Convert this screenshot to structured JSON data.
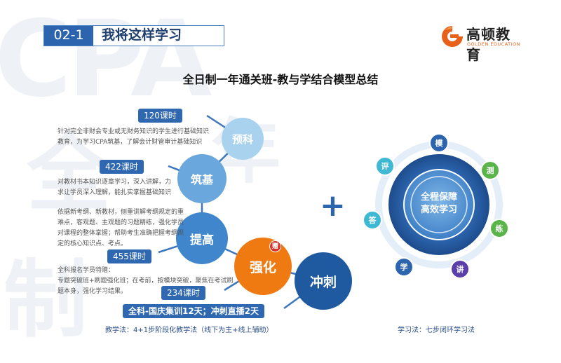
{
  "watermark": {
    "cpa": "CPA",
    "ch1": "全",
    "ch2": "制",
    "ch3": "年"
  },
  "header": {
    "section_number": "02-1",
    "section_title": "我将这样学习"
  },
  "logo": {
    "name_cn": "高顿教育",
    "name_en": "GOLDEN EDUCATION",
    "color": "#e8611a"
  },
  "title": "全日制一年通关班-教与学结合模型总结",
  "stages": [
    {
      "name": "预科",
      "hours": "120课时",
      "desc": [
        "针对完全非财会专业或无财务知识的学生进行基础知识",
        "教育，为学习CPA筑基，了解会计财管审计基础知识"
      ]
    },
    {
      "name": "筑基",
      "hours": "422课时",
      "desc": [
        "对教材书本知识逐章学习，深入讲解，力",
        "求让学员深入理解，能扎实掌握基础知识"
      ]
    },
    {
      "name": "提高",
      "hours": "455课时",
      "desc": [
        "依据新考纲、新教材，侧重讲解考纲规定的重",
        "难点，客观题、主观题的习题精练，强化学员",
        "对课程的整体掌握；帮助考生准确把握考纲规",
        "定的核心知识点、考点。"
      ]
    },
    {
      "name": "强化",
      "hours": "234课时",
      "gift": "赠",
      "desc": [
        "全科报名学员特赠：",
        "专题突破班+刷题强化班；在考前，按模块突破，聚焦在考试刷",
        "题本身，强化学习结果。"
      ]
    },
    {
      "name": "冲刺",
      "extra": "全科-国庆集训12天；冲刺直播2天"
    }
  ],
  "teaching_caption": "教学法：4+1步阶段化教学法（线下为主+线上辅助）",
  "plus": "+",
  "learning": {
    "center_line1": "全程保障",
    "center_line2": "高效学习",
    "steps": [
      "模",
      "测",
      "练",
      "讲",
      "学",
      "答",
      "评"
    ],
    "caption": "学习法：七步闭环学习法"
  },
  "colors": {
    "primary_blue": "#2c64ad",
    "light_blue": "#a9d2ef",
    "mid_blue": "#3f86cc",
    "orange": "#f07a12",
    "dark_navy": "#1f3f6e"
  }
}
